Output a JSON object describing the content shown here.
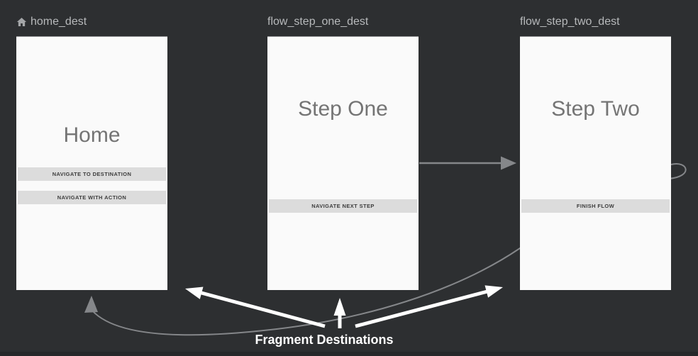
{
  "editor": {
    "kind": "navigation-graph"
  },
  "destinations": [
    {
      "id": "home_dest",
      "icon": "home-icon",
      "title": "Home",
      "buttons": [
        "NAVIGATE TO DESTINATION",
        "NAVIGATE WITH ACTION"
      ]
    },
    {
      "id": "flow_step_one_dest",
      "title": "Step One",
      "buttons": [
        "NAVIGATE NEXT STEP"
      ]
    },
    {
      "id": "flow_step_two_dest",
      "title": "Step Two",
      "buttons": [
        "FINISH FLOW"
      ]
    }
  ],
  "annotation": {
    "label": "Fragment Destinations"
  },
  "colors": {
    "canvas_background": "#2d2f31",
    "card_background": "#fafafa",
    "action_arrow": "#85878a",
    "annotation_arrow": "#ffffff",
    "header_label": "#b7b9bb",
    "preview_title": "#747474",
    "preview_button_bg": "#dcdcdc"
  }
}
